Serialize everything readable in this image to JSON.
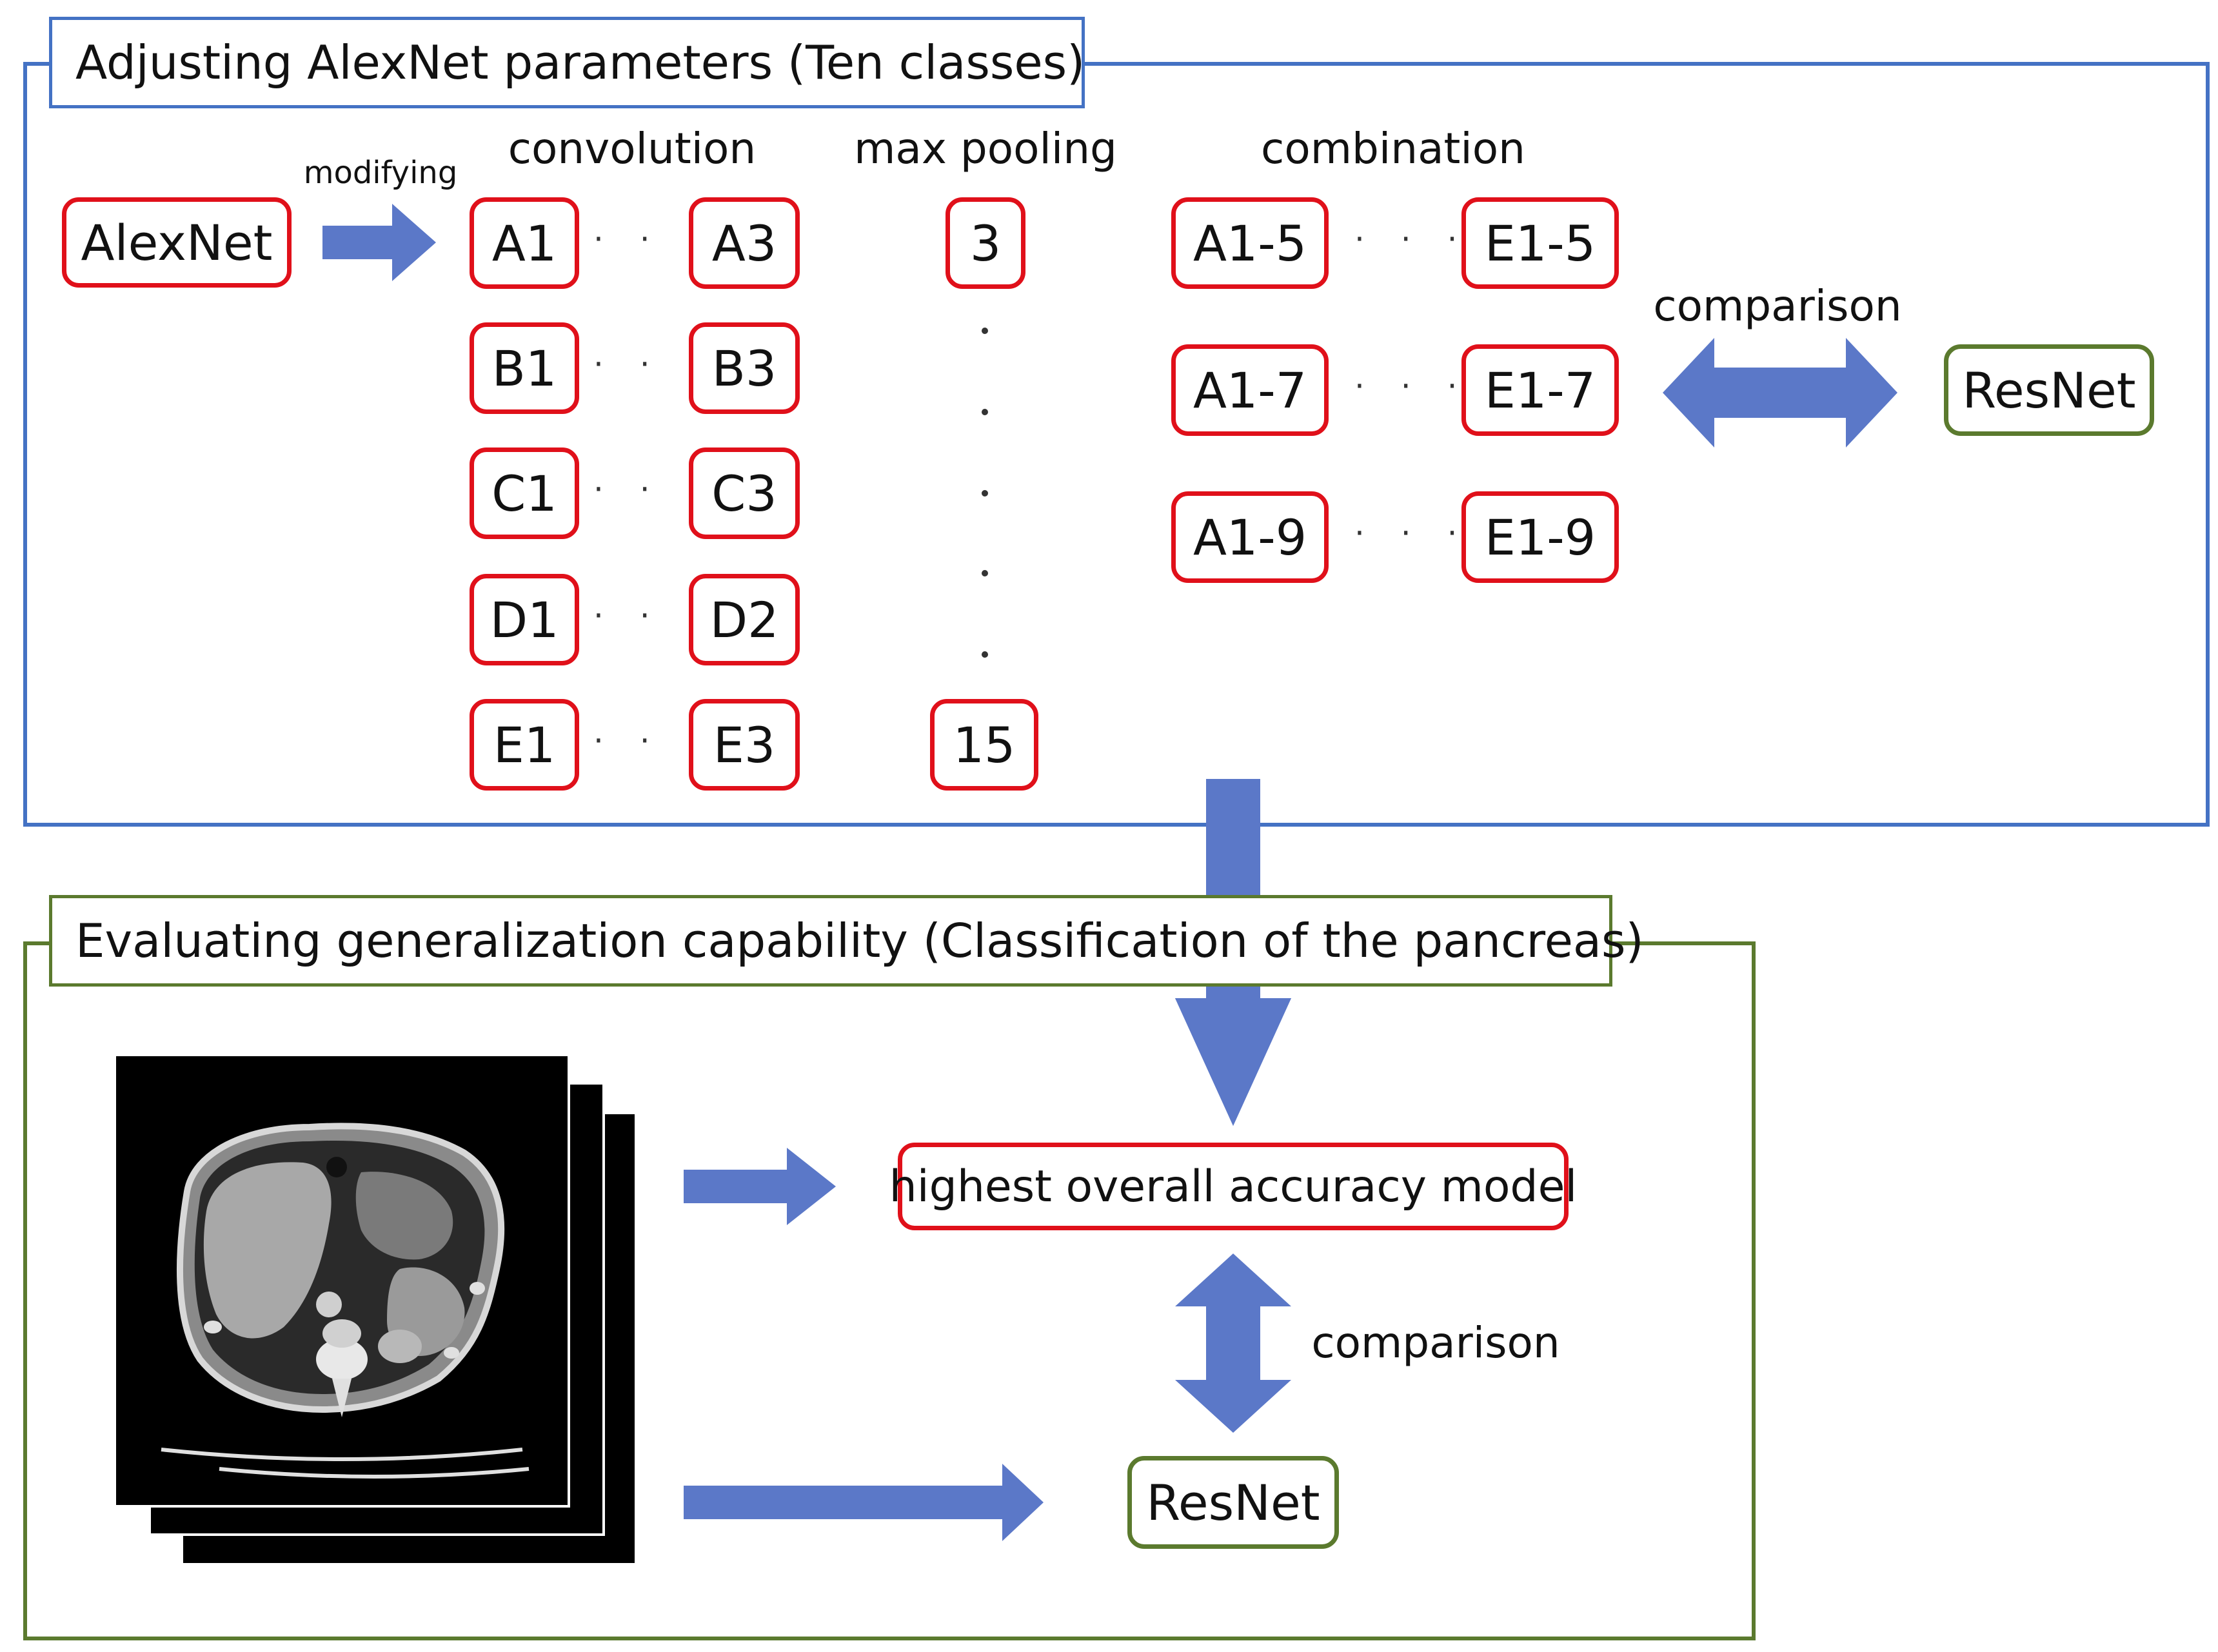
{
  "top_panel": {
    "title": "Adjusting AlexNet parameters (Ten classes)",
    "modifying_label": "modifying",
    "alexnet": "AlexNet",
    "convolution_label": "convolution",
    "max_pooling_label": "max pooling",
    "combination_label": "combination",
    "comparison_label": "comparison",
    "resnet": "ResNet",
    "conv_rows": [
      {
        "start": "A1",
        "end": "A3"
      },
      {
        "start": "B1",
        "end": "B3"
      },
      {
        "start": "C1",
        "end": "C3"
      },
      {
        "start": "D1",
        "end": "D2"
      },
      {
        "start": "E1",
        "end": "E3"
      }
    ],
    "pool_start": "3",
    "pool_end": "15",
    "combo_rows": [
      {
        "start": "A1-5",
        "end": "E1-5"
      },
      {
        "start": "A1-7",
        "end": "E1-7"
      },
      {
        "start": "A1-9",
        "end": "E1-9"
      }
    ],
    "ellipsis": "· · ·"
  },
  "bottom_panel": {
    "title": "Evaluating generalization capability (Classification of the pancreas)",
    "best_model": "highest overall accuracy model",
    "comparison_label": "comparison",
    "resnet": "ResNet"
  },
  "colors": {
    "blue_frame": "#4472C4",
    "green_frame": "#5B7A2E",
    "red_box": "#E0101A",
    "arrow": "#5B78C8"
  }
}
